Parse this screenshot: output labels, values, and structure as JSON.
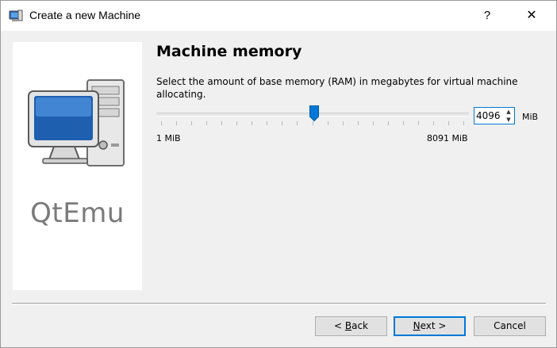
{
  "window": {
    "title": "Create a new Machine",
    "help_glyph": "?",
    "close_glyph": "✕",
    "title_icon": "qtemu-app-icon"
  },
  "side_panel": {
    "logo_text": "QtEmu",
    "illustration": "computer-icon"
  },
  "page": {
    "heading": "Machine memory",
    "description": "Select the amount of base memory (RAM) in megabytes for virtual machine allocating."
  },
  "memory": {
    "min_label": "1 MiB",
    "max_label": "8091 MiB",
    "min_value": 1,
    "max_value": 8091,
    "value": 4096,
    "value_text": "4096",
    "unit": "MiB",
    "spin_up_glyph": "▲",
    "spin_down_glyph": "▼"
  },
  "buttons": {
    "back_prefix": "< ",
    "back_mnemonic": "B",
    "back_rest": "ack",
    "next_mnemonic": "N",
    "next_rest": "ext >",
    "cancel": "Cancel"
  },
  "colors": {
    "accent": "#0078d7",
    "handle": "#0078d7",
    "window_bg": "#f0f0f0"
  }
}
